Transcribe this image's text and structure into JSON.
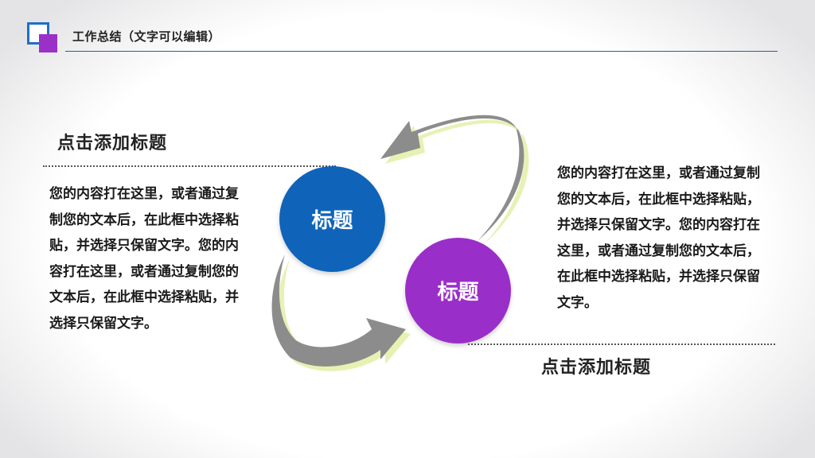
{
  "header": {
    "title": "工作总结（文字可以编辑）"
  },
  "left_panel": {
    "heading": "点击添加标题",
    "body": "您的内容打在这里，或者通过复制您的文本后，在此框中选择粘贴，并选择只保留文字。您的内容打在这里，或者通过复制您的文本后，在此框中选择粘贴，并选择只保留文字。"
  },
  "right_panel": {
    "heading": "点击添加标题",
    "body": "您的内容打在这里，或者通过复制您的文本后，在此框中选择粘贴，并选择只保留文字。您的内容打在这里，或者通过复制您的文本后，在此框中选择粘贴，并选择只保留文字。"
  },
  "circles": {
    "blue_label": "标题",
    "purple_label": "标题"
  },
  "colors": {
    "blue": "#0f64ba",
    "purple": "#9a2ec9",
    "arrow_gray": "#8c8c8c",
    "arrow_shadow": "#e6f2b4",
    "header_line": "#2b5d9b"
  }
}
